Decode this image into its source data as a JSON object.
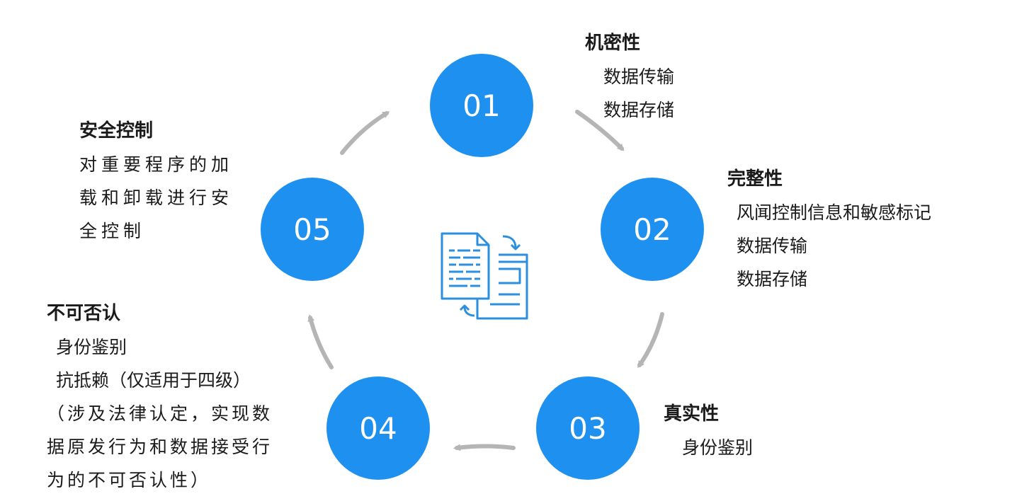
{
  "nodes": [
    {
      "num": "01",
      "title": "机密性",
      "items": [
        "数据传输",
        "数据存储"
      ]
    },
    {
      "num": "02",
      "title": "完整性",
      "items": [
        "风闻控制信息和敏感标记",
        "数据传输",
        "数据存储"
      ]
    },
    {
      "num": "03",
      "title": "真实性",
      "items": [
        "身份鉴别"
      ]
    },
    {
      "num": "04",
      "title": "不可否认",
      "items": [
        "身份鉴别",
        "抗抵赖（仅适用于四级）"
      ],
      "desc": [
        "（涉及法律认定，实现数",
        "据原发行为和数据接受行",
        "为的不可否认性）"
      ]
    },
    {
      "num": "05",
      "title": "安全控制",
      "desc": [
        "对重要程序的加",
        "载和卸载进行安",
        "全控制"
      ]
    }
  ],
  "colors": {
    "circle": "#1e90f0",
    "arrow": "#b5b5b5",
    "icon": "#2b8fe0"
  },
  "center_icon": "documents-sync-icon"
}
